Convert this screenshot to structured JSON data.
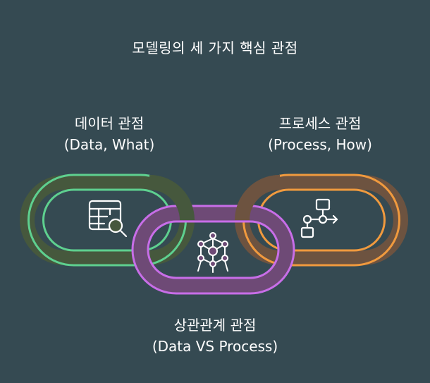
{
  "title": "모델링의 세 가지 핵심 관점",
  "links": {
    "data": {
      "name": "데이터 관점",
      "sub": "(Data, What)",
      "color": "#5ed08f",
      "fill": "#46583d",
      "icon": "data-table-search-icon"
    },
    "process": {
      "name": "프로세스 관점",
      "sub": "(Process, How)",
      "color": "#f09a3e",
      "fill": "#6d5340",
      "icon": "flowchart-icon"
    },
    "relation": {
      "name": "상관관계 관점",
      "sub": "(Data VS Process)",
      "color": "#c86ee8",
      "fill": "#6e4a76",
      "icon": "network-structure-icon"
    }
  },
  "colors": {
    "background": "#354a52"
  }
}
